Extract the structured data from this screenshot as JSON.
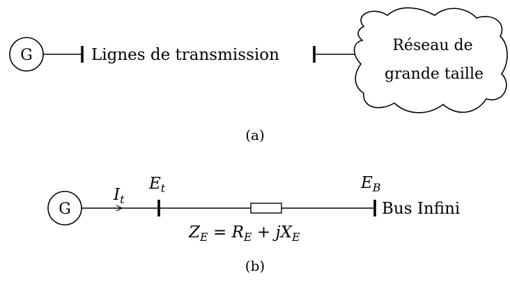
{
  "diagram_a": {
    "generator_label": "G",
    "line_label": "Lignes de transmission",
    "network_label_line1": "Réseau de",
    "network_label_line2": "grande taille",
    "caption": "(a)"
  },
  "diagram_b": {
    "generator_label": "G",
    "current_symbol": "I",
    "current_sub": "t",
    "terminal_voltage_symbol": "E",
    "terminal_voltage_sub": "t",
    "bus_voltage_symbol": "E",
    "bus_voltage_sub": "B",
    "bus_label": "Bus Infini",
    "impedance_parts": {
      "z": "Z",
      "z_sub": "E",
      "eq": " = ",
      "r": "R",
      "r_sub": "E",
      "plus": " + ",
      "jx": "jX",
      "x_sub": "E"
    },
    "caption": "(b)"
  }
}
